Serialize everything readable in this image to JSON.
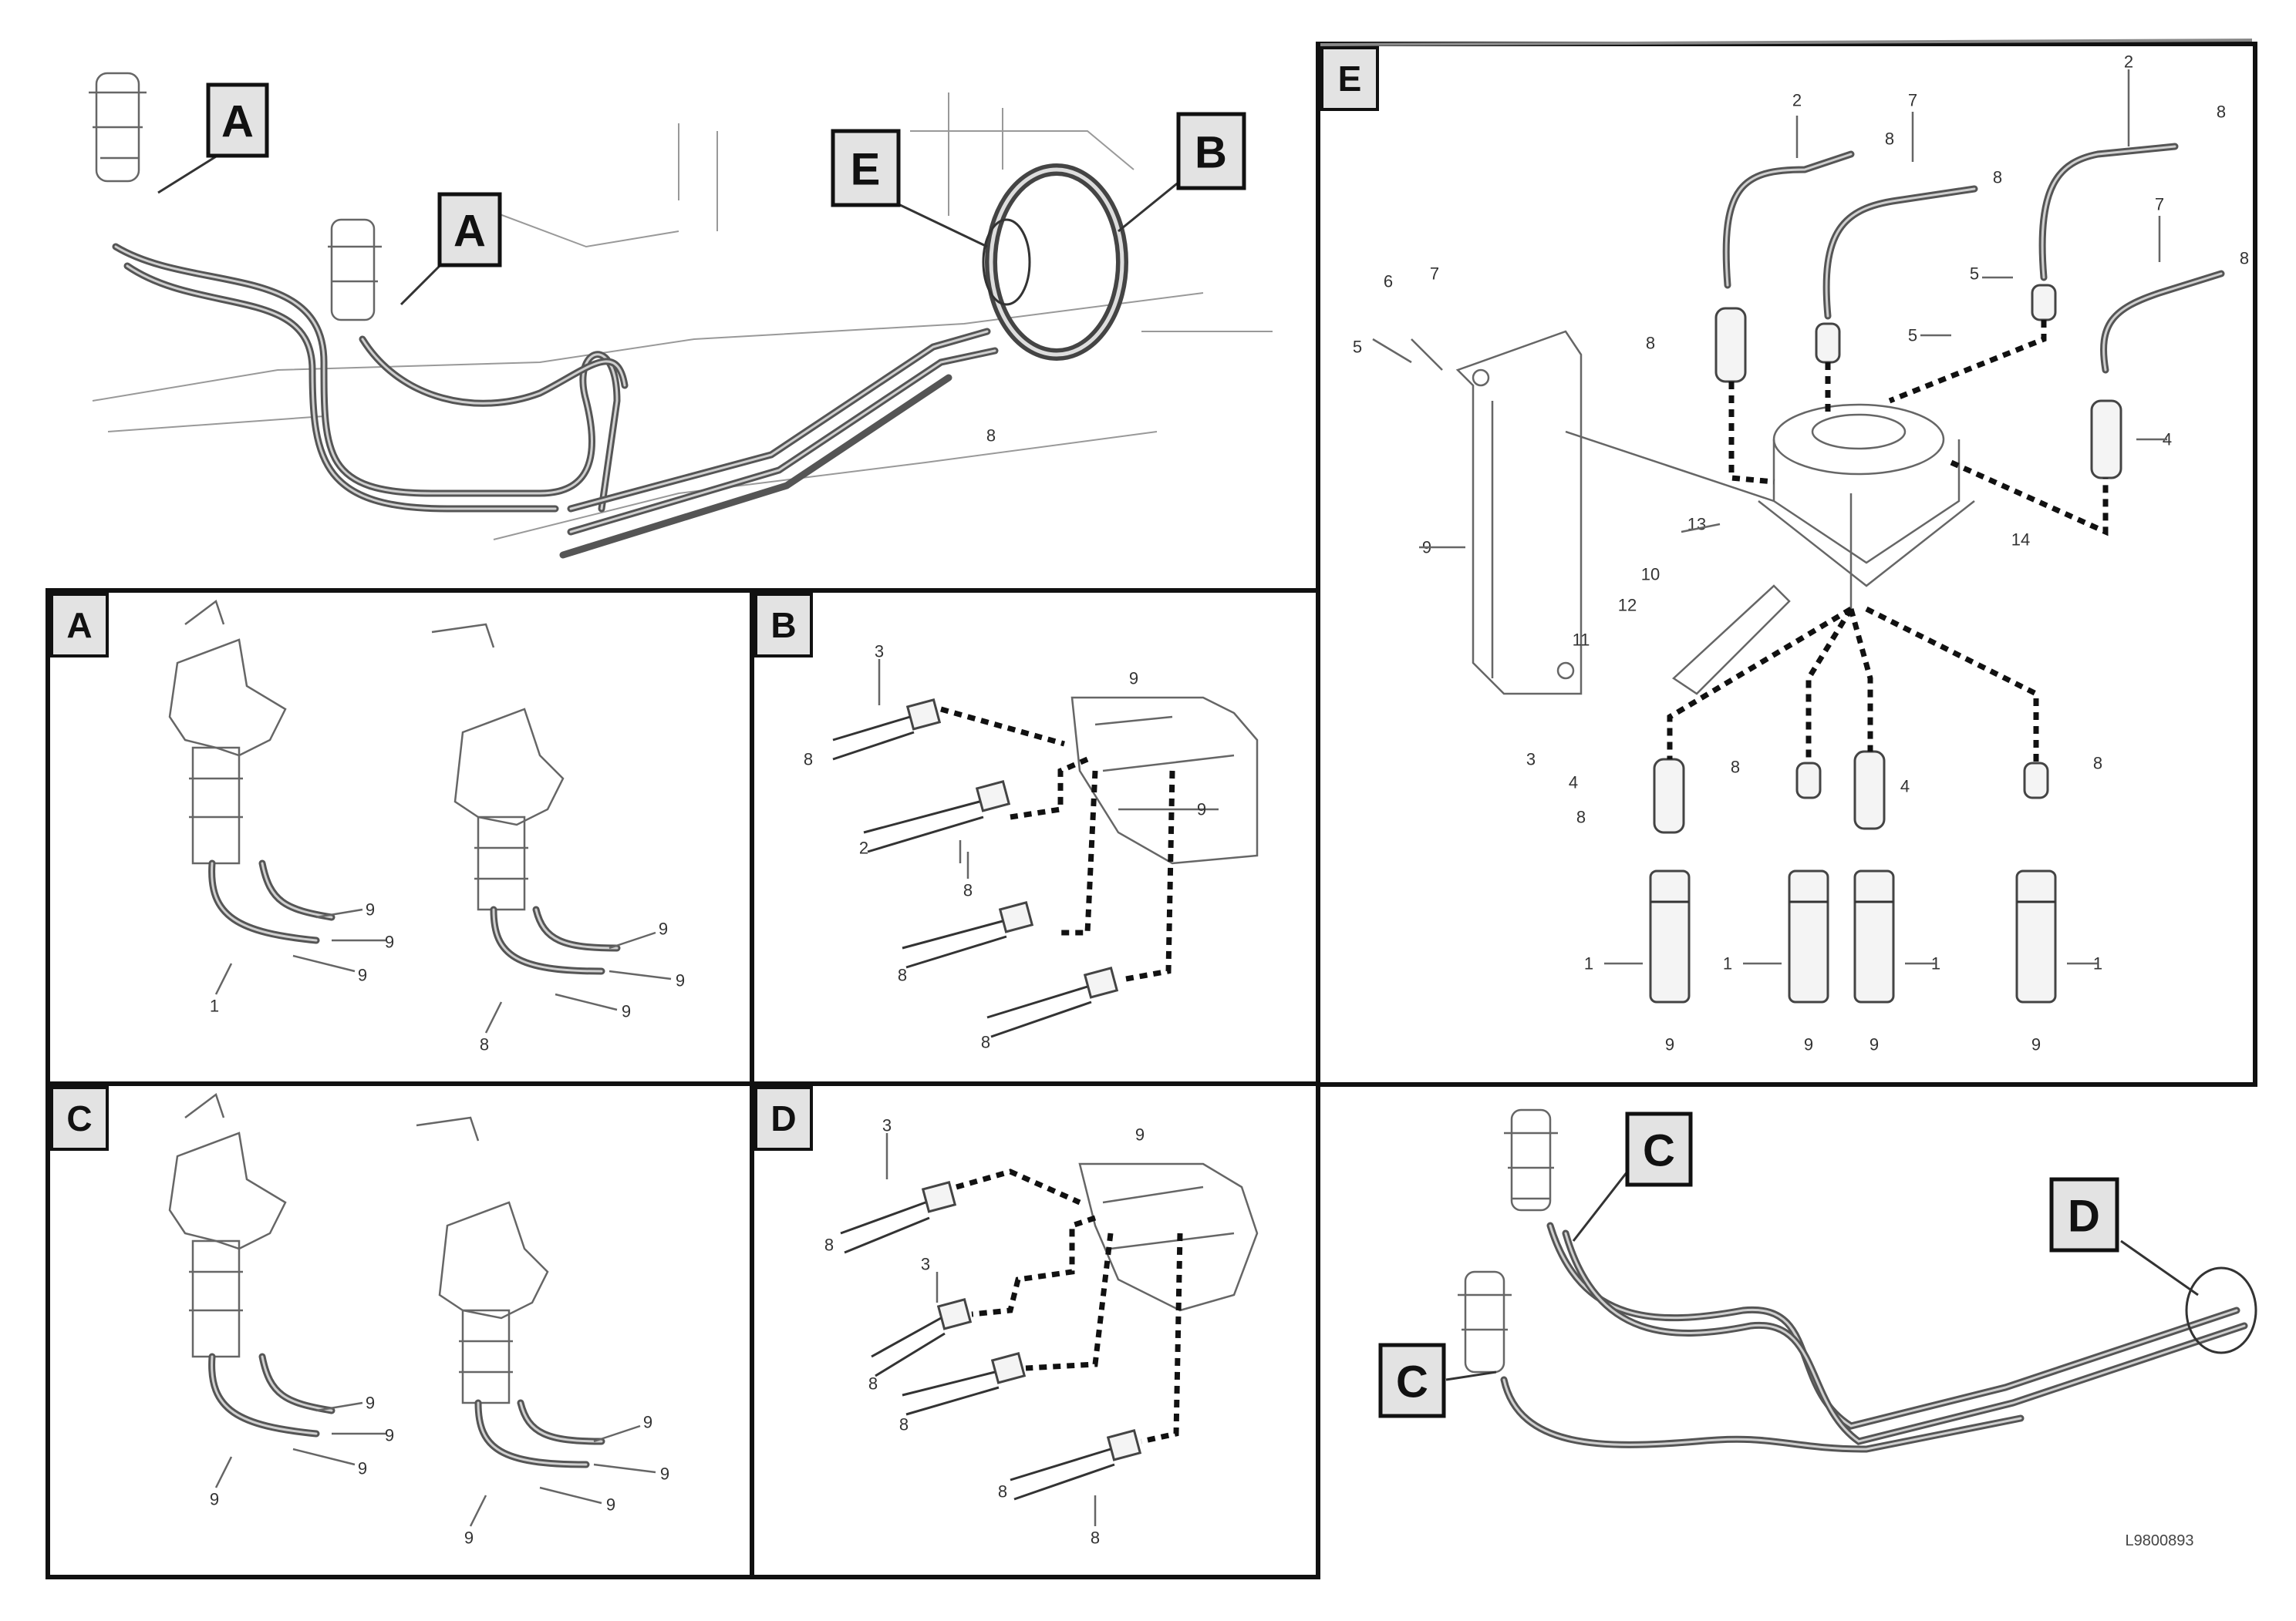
{
  "callouts": {
    "a1": "A",
    "a2": "A",
    "e": "E",
    "b": "B",
    "c1": "C",
    "c2": "C",
    "d": "D"
  },
  "panels": {
    "a": "A",
    "b": "B",
    "c": "C",
    "d": "D",
    "e": "E"
  },
  "reference_code": "L9800893"
}
